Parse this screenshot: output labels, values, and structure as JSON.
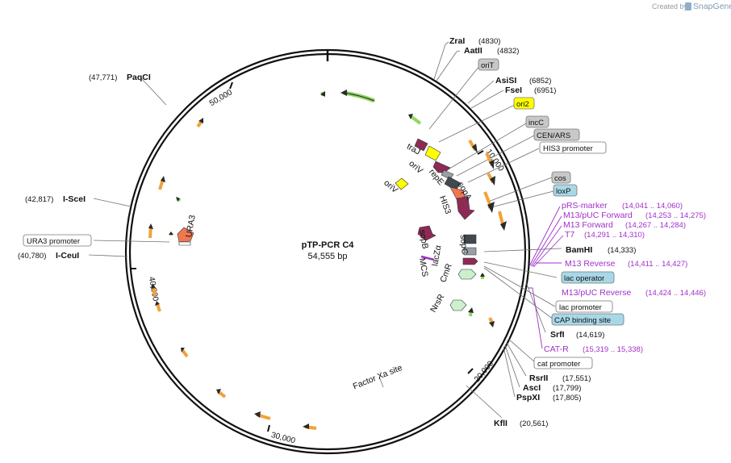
{
  "credit": {
    "prefix": "Created by",
    "brand": "SnapGene"
  },
  "plasmid": {
    "name": "pTP-PCR C4",
    "length": "54,555 bp"
  },
  "ruler": [
    {
      "label": "50,000",
      "pos": 50000
    },
    {
      "label": "10,000",
      "pos": 10000
    },
    {
      "label": "20,000",
      "pos": 20000
    },
    {
      "label": "30,000",
      "pos": 30000
    },
    {
      "label": "40,000",
      "pos": 40000
    }
  ],
  "enzymes": [
    {
      "name": "ZraI",
      "pos": "(4830)"
    },
    {
      "name": "AatII",
      "pos": "(4832)"
    },
    {
      "name": "AsiSI",
      "pos": "(6852)"
    },
    {
      "name": "FseI",
      "pos": "(6951)"
    },
    {
      "name": "BamHI",
      "pos": "(14,333)"
    },
    {
      "name": "SrfI",
      "pos": "(14,619)"
    },
    {
      "name": "RsrII",
      "pos": "(17,551)"
    },
    {
      "name": "AscI",
      "pos": "(17,799)"
    },
    {
      "name": "PspXI",
      "pos": "(17,805)"
    },
    {
      "name": "KflI",
      "pos": "(20,561)"
    },
    {
      "name": "PaqCI",
      "pos": "(47,771)"
    },
    {
      "name": "I-SceI",
      "pos": "(42,817)"
    },
    {
      "name": "I-CeuI",
      "pos": "(40,780)"
    }
  ],
  "features_boxed": [
    {
      "name": "oriT",
      "fill": "#c8c8c8"
    },
    {
      "name": "ori2",
      "fill": "#ffff00"
    },
    {
      "name": "incC",
      "fill": "#c8c8c8"
    },
    {
      "name": "CEN/ARS",
      "fill": "#c8c8c8"
    },
    {
      "name": "HIS3 promoter",
      "fill": "#ffffff"
    },
    {
      "name": "cos",
      "fill": "#c8c8c8"
    },
    {
      "name": "loxP",
      "fill": "#a8d8e8"
    },
    {
      "name": "lac operator",
      "fill": "#a8d8e8"
    },
    {
      "name": "lac promoter",
      "fill": "#ffffff"
    },
    {
      "name": "CAP binding site",
      "fill": "#a8d8e8"
    },
    {
      "name": "cat promoter",
      "fill": "#ffffff"
    },
    {
      "name": "URA3 promoter",
      "fill": "#ffffff"
    }
  ],
  "primers": [
    {
      "name": "pRS-marker",
      "range": "(14,041 .. 14,060)"
    },
    {
      "name": "M13/pUC Forward",
      "range": "(14,253 .. 14,275)"
    },
    {
      "name": "M13 Forward",
      "range": "(14,267 .. 14,284)"
    },
    {
      "name": "T7",
      "range": "(14,291 .. 14,310)"
    },
    {
      "name": "M13 Reverse",
      "range": "(14,411 .. 14,427)"
    },
    {
      "name": "M13/pUC Reverse",
      "range": "(14,424 .. 14,446)"
    },
    {
      "name": "CAT-R",
      "range": "(15,319 .. 15,338)"
    }
  ],
  "inner_labels": {
    "traJ": "traJ",
    "oriV_a": "oriV",
    "repE": "repE",
    "oriV_b": "oriV",
    "sopA": "sopA",
    "his3": "HIS3",
    "sopB": "sopB",
    "sopC": "sopC",
    "mcs": "MCS",
    "lacZa": "lacZα",
    "cmr": "CmR",
    "nrsr": "NrsR",
    "ura3": "URA3",
    "factor_xa": "Factor Xa site"
  },
  "colors": {
    "backbone": "#111111",
    "orf_orange": "#f2a23a",
    "orf_green": "#8ed660",
    "feature_maroon": "#8e2b55",
    "feature_yellow": "#ffff00",
    "feature_gray": "#8a8a8a",
    "feature_salmon": "#f07850",
    "feature_mint": "#ccf0cc",
    "primer_purple": "#a030c8"
  }
}
